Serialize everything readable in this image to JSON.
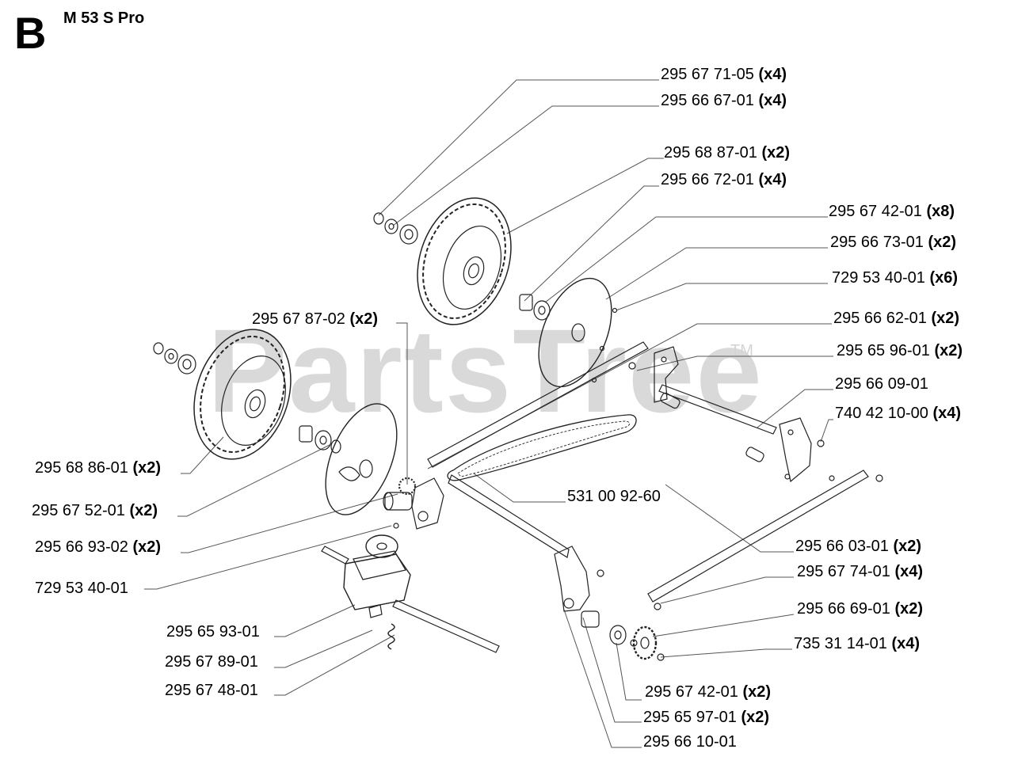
{
  "header": {
    "section_letter": "B",
    "model": "M 53 S Pro"
  },
  "watermark": {
    "text": "PartsTree",
    "tm": "TM"
  },
  "parts": [
    {
      "number": "295 67 71-05",
      "qty": "(x4)"
    },
    {
      "number": "295 66 67-01",
      "qty": "(x4)"
    },
    {
      "number": "295 68 87-01",
      "qty": "(x2)"
    },
    {
      "number": "295 66 72-01",
      "qty": "(x4)"
    },
    {
      "number": "295 67 42-01",
      "qty": "(x8)"
    },
    {
      "number": "295 66 73-01",
      "qty": "(x2)"
    },
    {
      "number": "729 53 40-01",
      "qty": "(x6)"
    },
    {
      "number": "295 67 87-02",
      "qty": "(x2)"
    },
    {
      "number": "295 66 62-01",
      "qty": "(x2)"
    },
    {
      "number": "295 65 96-01",
      "qty": "(x2)"
    },
    {
      "number": "295 66 09-01",
      "qty": ""
    },
    {
      "number": "740 42 10-00",
      "qty": "(x4)"
    },
    {
      "number": "295 68 86-01",
      "qty": "(x2)"
    },
    {
      "number": "531 00 92-60",
      "qty": ""
    },
    {
      "number": "295 67 52-01",
      "qty": "(x2)"
    },
    {
      "number": "295 66 93-02",
      "qty": "(x2)"
    },
    {
      "number": "729 53 40-01",
      "qty": ""
    },
    {
      "number": "295 66 03-01",
      "qty": "(x2)"
    },
    {
      "number": "295 67 74-01",
      "qty": "(x4)"
    },
    {
      "number": "295 66 69-01",
      "qty": "(x2)"
    },
    {
      "number": "295 65 93-01",
      "qty": ""
    },
    {
      "number": "735 31 14-01",
      "qty": "(x4)"
    },
    {
      "number": "295 67 89-01",
      "qty": ""
    },
    {
      "number": "295 67 48-01",
      "qty": ""
    },
    {
      "number": "295 67 42-01",
      "qty": "(x2)"
    },
    {
      "number": "295 65 97-01",
      "qty": "(x2)"
    },
    {
      "number": "295 66 10-01",
      "qty": ""
    }
  ]
}
